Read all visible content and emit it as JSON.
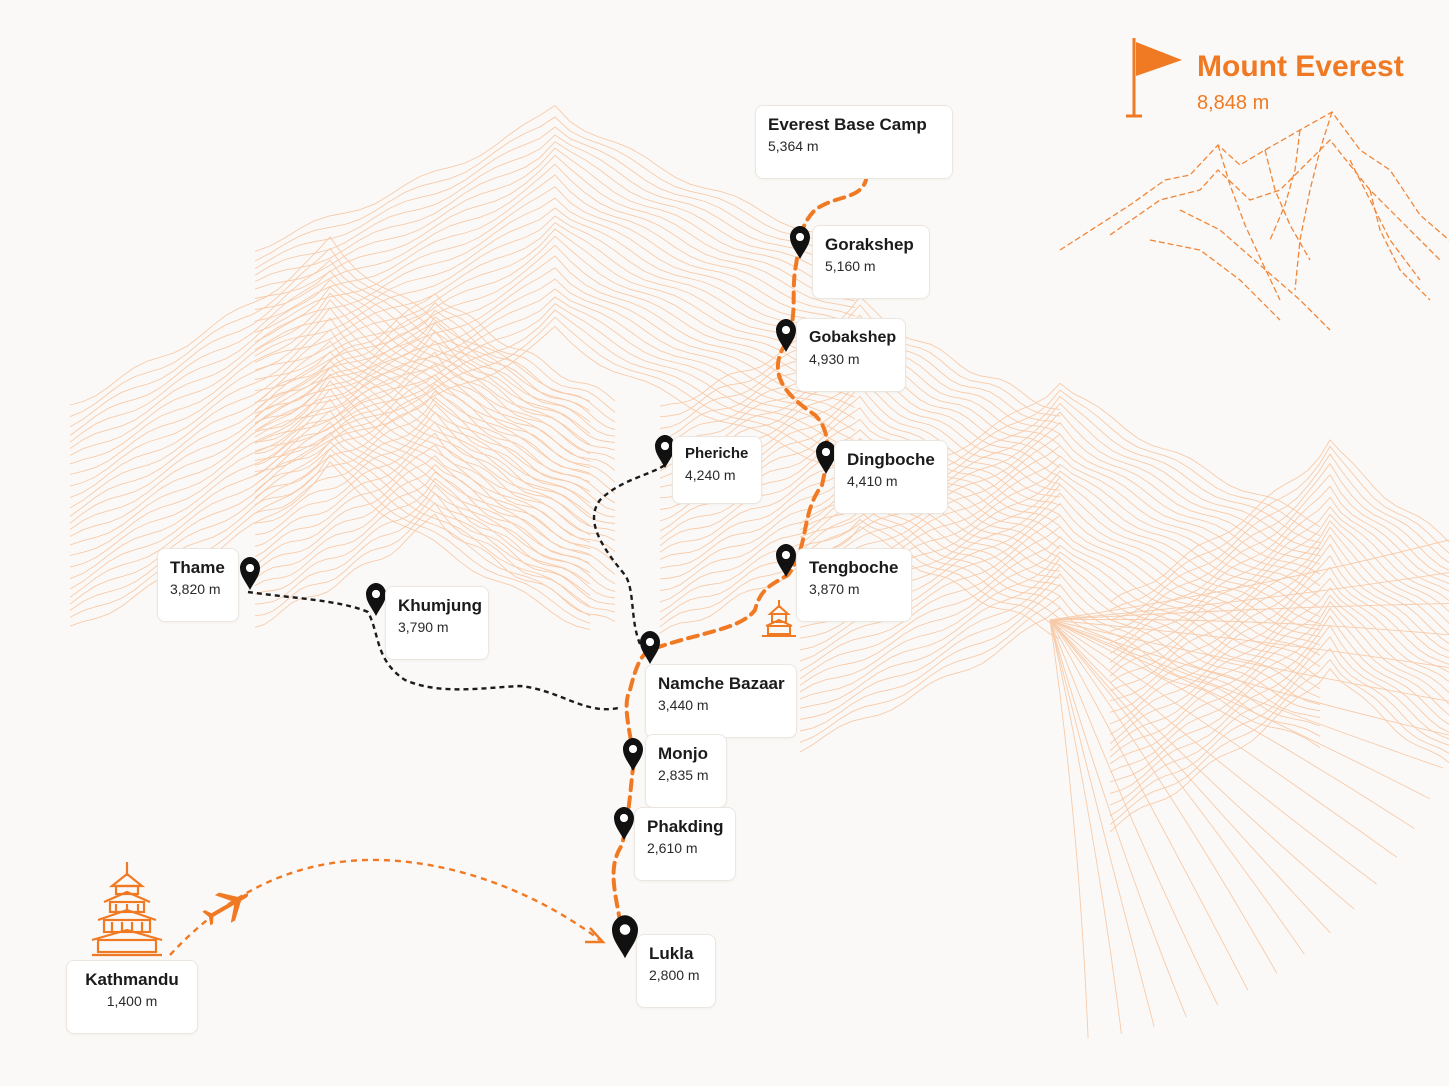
{
  "summit": {
    "name": "Mount Everest",
    "elevation": "8,848 m",
    "icon": "flag-icon"
  },
  "places": {
    "ebc": {
      "name": "Everest Base Camp",
      "elevation": "5,364 m"
    },
    "gorakshep": {
      "name": "Gorakshep",
      "elevation": "5,160 m"
    },
    "gobakshep": {
      "name": "Gobakshep",
      "elevation": "4,930 m"
    },
    "dingboche": {
      "name": "Dingboche",
      "elevation": "4,410 m"
    },
    "pheriche": {
      "name": "Pheriche",
      "elevation": "4,240 m"
    },
    "tengboche": {
      "name": "Tengboche",
      "elevation": "3,870 m"
    },
    "thame": {
      "name": "Thame",
      "elevation": "3,820 m"
    },
    "khumjung": {
      "name": "Khumjung",
      "elevation": "3,790 m"
    },
    "namche": {
      "name": "Namche Bazaar",
      "elevation": "3,440 m"
    },
    "monjo": {
      "name": "Monjo",
      "elevation": "2,835 m"
    },
    "phakding": {
      "name": "Phakding",
      "elevation": "2,610 m"
    },
    "lukla": {
      "name": "Lukla",
      "elevation": "2,800 m"
    },
    "kathmandu": {
      "name": "Kathmandu",
      "elevation": "1,400 m"
    }
  },
  "icons": [
    "map-pin-icon",
    "tent-icon",
    "monastery-icon",
    "pagoda-temple-icon",
    "airplane-icon",
    "flag-icon"
  ],
  "colors": {
    "main_route": "#f07a24",
    "side_route": "#1b1b1b",
    "terrain": "#f4a56a",
    "background": "#fbf9f7",
    "pin": "#111111"
  }
}
